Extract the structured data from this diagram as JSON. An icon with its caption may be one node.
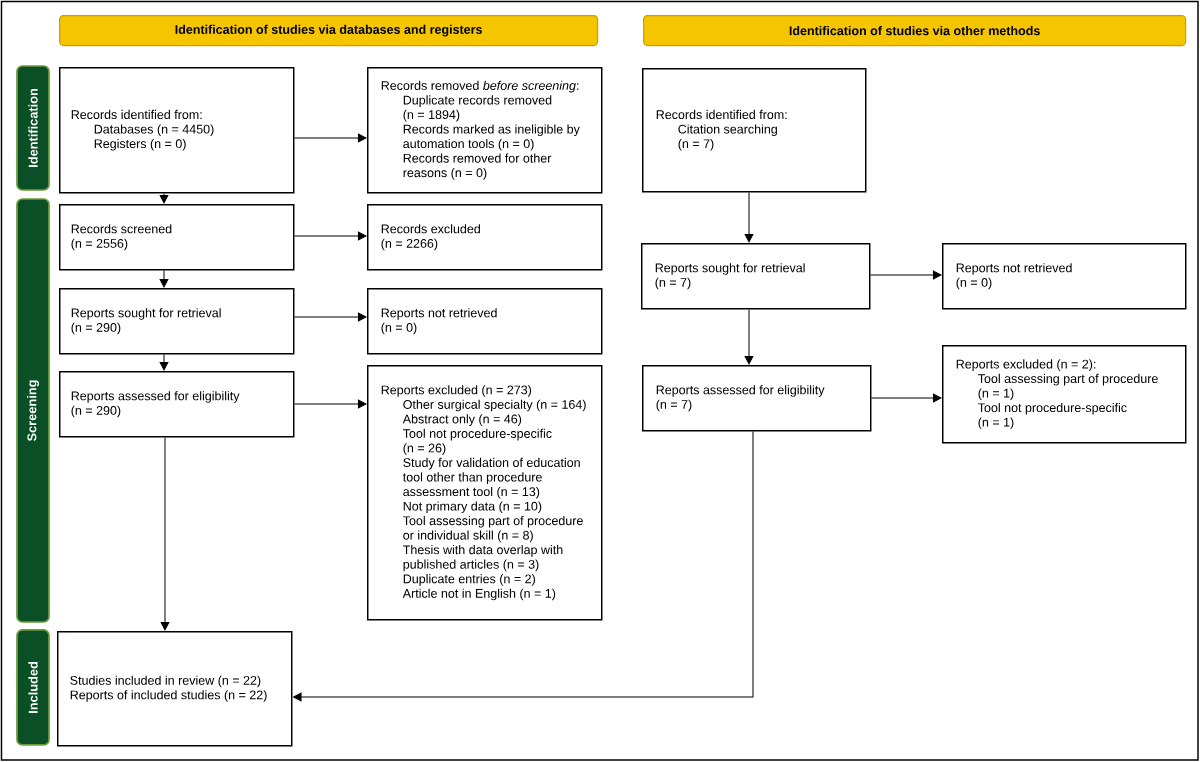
{
  "diagram": {
    "nodes": [
      {
        "text": [
          "Identification of studies via databases and registers"
        ]
      },
      {
        "text": [
          "Identification of studies via other methods"
        ]
      },
      {
        "text": [
          "Identification"
        ]
      },
      {
        "text": [
          "Screening"
        ]
      },
      {
        "text": [
          "Included"
        ]
      },
      {
        "text": [
          "Records identified from:",
          "Databases (n = 4450)",
          "Registers (n = 0)"
        ]
      },
      {
        "text": [
          "Records removed *before screening*:",
          "Duplicate records removed (n = 1894)",
          "Records marked as ineligible by automation tools (n = 0)",
          "Records removed for other reasons (n = 0)"
        ]
      },
      {
        "text": [
          "Records identified from:",
          "Citation searching",
          "(n = 7)"
        ]
      },
      {
        "text": [
          "Records screened",
          "(n = 2556)"
        ]
      },
      {
        "text": [
          "Records excluded",
          "(n = 2266)"
        ]
      },
      {
        "text": [
          "Reports sought for retrieval",
          "(n = 290)"
        ]
      },
      {
        "text": [
          "Reports not retrieved",
          "(n = 0)"
        ]
      },
      {
        "text": [
          "Reports assessed for eligibility",
          "(n = 290)"
        ]
      },
      {
        "text": [
          "Reports excluded (n = 273)",
          "Other surgical specialty (n = 164)",
          "Abstract only (n = 46)",
          "Tool not procedure-specific (n = 26)",
          "Study for validation of education tool other than procedure assessment tool (n = 13)",
          "Not primary data (n = 10)",
          "Tool assessing part of procedure or individual skill (n = 8)",
          "Thesis with data overlap with published articles (n = 3)",
          "Duplicate entries (n = 2)",
          "Article not in English (n = 1)"
        ]
      },
      {
        "text": [
          "Reports sought for retrieval",
          "(n = 7)"
        ]
      },
      {
        "text": [
          "Reports not retrieved",
          "(n = 0)"
        ]
      },
      {
        "text": [
          "Reports assessed for eligibility",
          "(n = 7)"
        ]
      },
      {
        "text": [
          "Reports excluded (n = 2):",
          "Tool assessing part of procedure (n = 1)",
          "Tool not procedure-specific (n = 1)"
        ]
      },
      {
        "text": [
          "Studies included in review (n = 22)",
          "Reports of included studies (n = 22)"
        ]
      }
    ],
    "edges": [
      {
        "from": 5,
        "to": 6,
        "arrow": "to"
      },
      {
        "from": 5,
        "to": 8,
        "arrow": "to"
      },
      {
        "from": 8,
        "to": 9,
        "arrow": "to"
      },
      {
        "from": 8,
        "to": 10,
        "arrow": "to"
      },
      {
        "from": 10,
        "to": 11,
        "arrow": "to"
      },
      {
        "from": 10,
        "to": 12,
        "arrow": "to"
      },
      {
        "from": 12,
        "to": 13,
        "arrow": "to"
      },
      {
        "from": 12,
        "to": 18,
        "arrow": "to"
      },
      {
        "from": 7,
        "to": 14,
        "arrow": "to"
      },
      {
        "from": 14,
        "to": 15,
        "arrow": "to"
      },
      {
        "from": 14,
        "to": 16,
        "arrow": "to"
      },
      {
        "from": 16,
        "to": 17,
        "arrow": "to"
      },
      {
        "from": 16,
        "to": 18,
        "arrow": "to"
      }
    ]
  }
}
